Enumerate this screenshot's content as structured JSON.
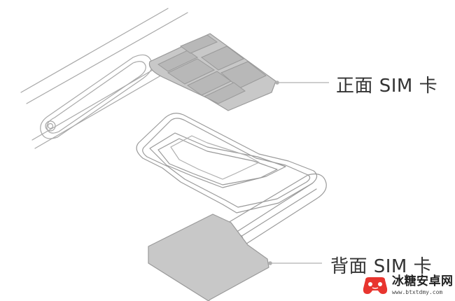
{
  "labels": {
    "front": "正面 SIM 卡",
    "back": "背面 SIM 卡"
  },
  "watermark": {
    "name": "冰糖安卓网",
    "url": "www.btxtdmy.com"
  },
  "colors": {
    "line": "#9a9a9a",
    "sim_fill": "#c8c8c8",
    "sim_contact": "#b5b5b5",
    "text": "#333333",
    "logo_red": "#e8352f"
  },
  "icons": {
    "logo": "gamepad-logo-icon"
  }
}
